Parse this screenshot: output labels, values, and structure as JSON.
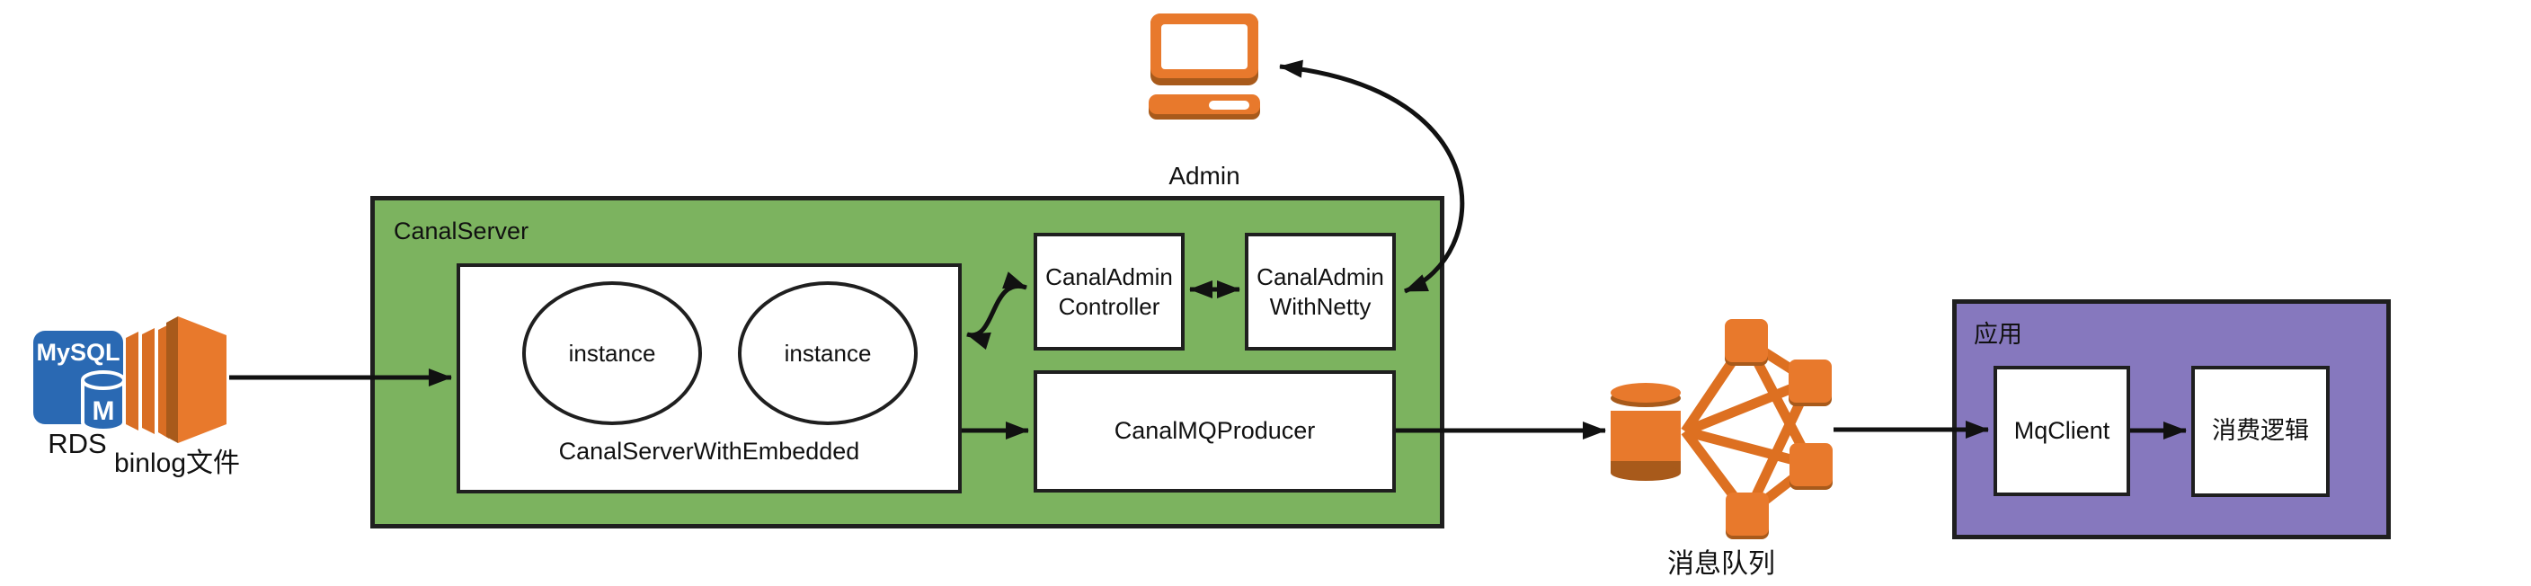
{
  "colors": {
    "green": "#7CB35F",
    "purple": "#8678BE",
    "orange": "#E8792C",
    "orange-mid": "#D96E24",
    "orange-dark": "#A85A1B",
    "blue": "#2A69B3",
    "border": "#1F1F1F",
    "arrow": "#111111"
  },
  "source": {
    "mysql_label": "MySQL",
    "cylinder_letter": "M",
    "rds_label": "RDS",
    "binlog_label": "binlog文件"
  },
  "admin": {
    "label": "Admin"
  },
  "canal_server": {
    "label": "CanalServer",
    "embedded": {
      "label": "CanalServerWithEmbedded",
      "instances": [
        "instance",
        "instance"
      ]
    },
    "admin_controller": {
      "line1": "CanalAdmin",
      "line2": "Controller"
    },
    "admin_with_netty": {
      "line1": "CanalAdmin",
      "line2": "WithNetty"
    },
    "mq_producer": {
      "label": "CanalMQProducer"
    }
  },
  "message_queue": {
    "label": "消息队列"
  },
  "application": {
    "label": "应用",
    "mq_client": "MqClient",
    "consumer": "消费逻辑"
  },
  "icons": {
    "source_db": "mysql-rds-database",
    "binlog": "binlog-file-stack",
    "admin": "admin-computer",
    "queue": "message-queue-fanout"
  }
}
